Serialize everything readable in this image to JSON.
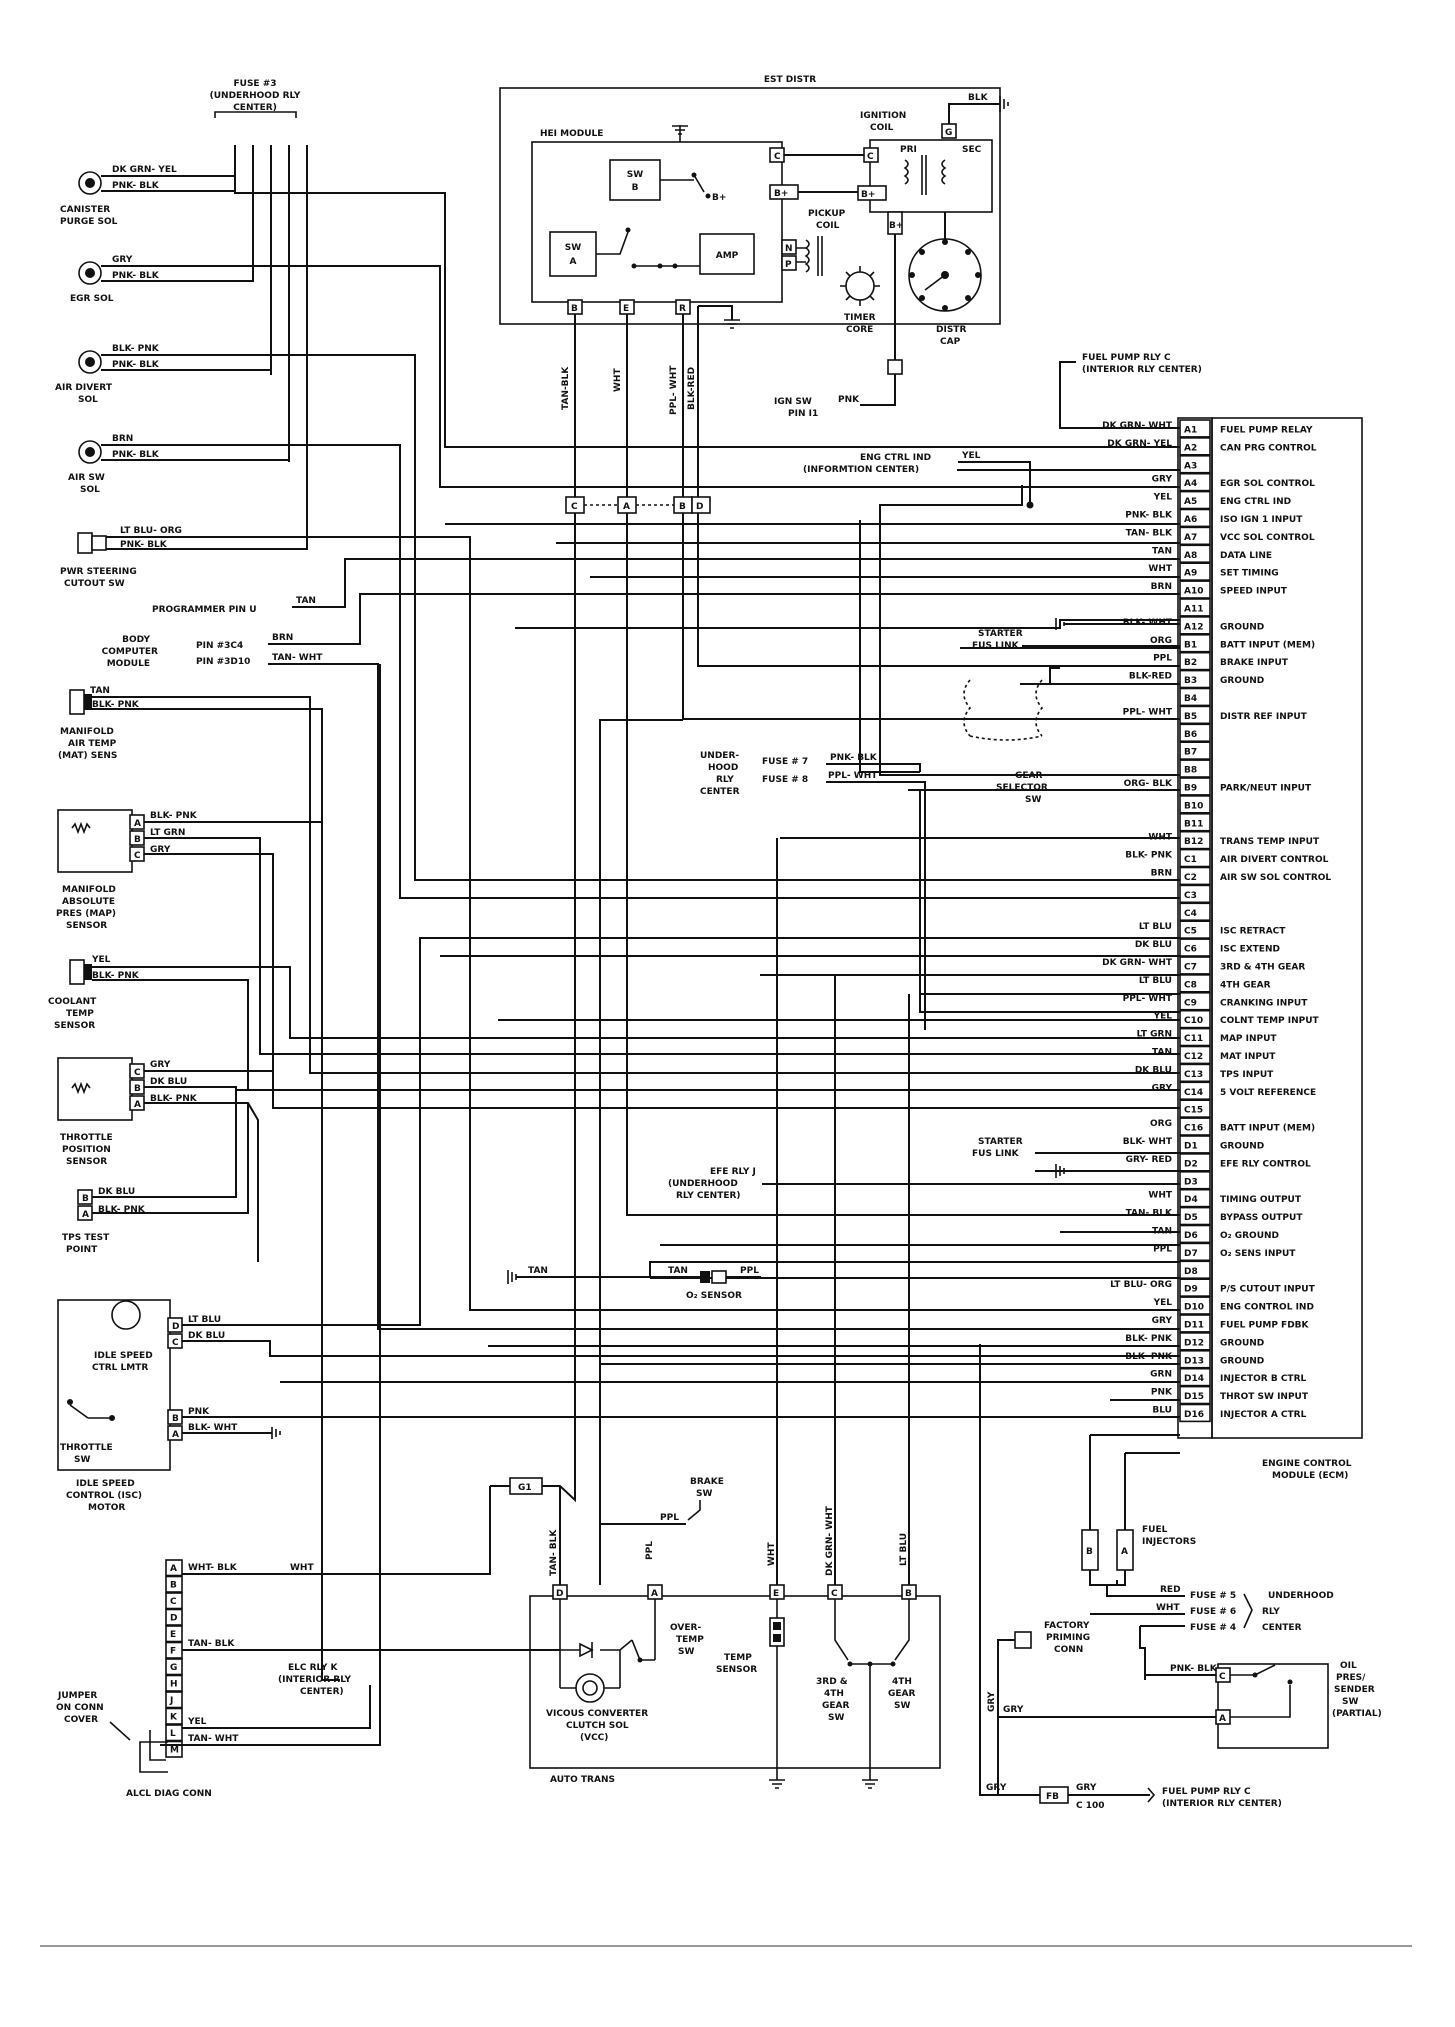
{
  "header": {
    "fuse3": [
      "FUSE #3",
      "(UNDERHOOD RLY",
      "CENTER)"
    ],
    "est_distr": "EST DISTR",
    "hei_module": "HEI MODULE",
    "ignition_coil": [
      "IGNITION",
      "COIL"
    ],
    "sw_b": [
      "SW",
      "B"
    ],
    "sw_a": [
      "SW",
      "A"
    ],
    "amp": "AMP",
    "pickup_coil": [
      "PICKUP",
      "COIL"
    ],
    "timer_core": [
      "TIMER",
      "CORE"
    ],
    "distr_cap": [
      "DISTR",
      "CAP"
    ],
    "pri": "PRI",
    "sec": "SEC",
    "blk": "BLK",
    "bplus": "B+",
    "pin_c": "C",
    "pin_g": "G",
    "pin_n": "N",
    "pin_p": "P",
    "pin_b": "B",
    "pin_e": "E",
    "pin_r": "R",
    "ign_sw": [
      "IGN SW",
      "PIN I1"
    ],
    "pnk": "PNK"
  },
  "left_components": {
    "canister": {
      "label": [
        "CANISTER",
        "PURGE SOL"
      ],
      "wires": [
        "DK GRN- YEL",
        "PNK- BLK"
      ]
    },
    "egr": {
      "label": [
        "EGR SOL"
      ],
      "wires": [
        "GRY",
        "PNK- BLK"
      ]
    },
    "air_divert": {
      "label": [
        "AIR DIVERT",
        "SOL"
      ],
      "wires": [
        "BLK- PNK",
        "PNK- BLK"
      ]
    },
    "air_sw": {
      "label": [
        "AIR SW",
        "SOL"
      ],
      "wires": [
        "BRN",
        "PNK- BLK"
      ]
    },
    "pwr_steering": {
      "label": [
        "PWR STEERING",
        "CUTOUT SW"
      ],
      "wires": [
        "LT BLU- ORG",
        "PNK- BLK"
      ]
    },
    "programmer": {
      "label": "PROGRAMMER PIN U",
      "wire": "TAN"
    },
    "bcm": {
      "label": [
        "BODY",
        "COMPUTER",
        "MODULE"
      ],
      "pins": [
        "PIN #3C4",
        "PIN #3D10"
      ],
      "wires": [
        "BRN",
        "TAN- WHT"
      ]
    },
    "mat": {
      "label": [
        "MANIFOLD",
        "AIR TEMP",
        "(MAT) SENS"
      ],
      "wires": [
        "TAN",
        "BLK- PNK"
      ]
    },
    "map": {
      "label": [
        "MANIFOLD",
        "ABSOLUTE",
        "PRES (MAP)",
        "SENSOR"
      ],
      "wires": [
        "BLK- PNK",
        "LT GRN",
        "GRY"
      ],
      "pins": [
        "A",
        "B",
        "C"
      ]
    },
    "coolant": {
      "label": [
        "COOLANT",
        "TEMP",
        "SENSOR"
      ],
      "wires": [
        "YEL",
        "BLK- PNK"
      ]
    },
    "tps": {
      "label": [
        "THROTTLE",
        "POSITION",
        "SENSOR"
      ],
      "wires": [
        "GRY",
        "DK BLU",
        "BLK- PNK"
      ],
      "pins": [
        "C",
        "B",
        "A"
      ]
    },
    "tps_test": {
      "label": [
        "TPS TEST",
        "POINT"
      ],
      "wires": [
        "DK BLU",
        "BLK- PNK"
      ],
      "pins": [
        "B",
        "A"
      ]
    },
    "isc_motor": {
      "label": [
        "IDLE SPEED",
        "CTRL LMTR"
      ],
      "wires": [
        "LT BLU",
        "DK BLU"
      ],
      "pins": [
        "D",
        "C"
      ]
    },
    "throttle_sw": {
      "label": [
        "THROTTLE",
        "SW"
      ],
      "wires": [
        "PNK",
        "BLK- WHT"
      ],
      "pins": [
        "B",
        "A"
      ]
    },
    "isc": {
      "label": [
        "IDLE SPEED",
        "CONTROL (ISC)",
        "MOTOR"
      ]
    }
  },
  "middle": {
    "wires_vertical": [
      "TAN-BLK",
      "WHT",
      "PPL- WHT",
      "BLK-RED"
    ],
    "connector": [
      "C",
      "A",
      "B",
      "D"
    ],
    "eng_ctrl_ind": [
      "ENG CTRL IND",
      "(INFORMTION CENTER)"
    ],
    "yel": "YEL",
    "underhood": [
      "UNDER-",
      "HOOD",
      "RLY",
      "CENTER"
    ],
    "fuse7": "FUSE # 7",
    "fuse8": "FUSE # 8",
    "fuse7_wire": "PNK- BLK",
    "fuse8_wire": "PPL- WHT",
    "efe_rly": [
      "EFE RLY J",
      "(UNDERHOOD",
      "RLY CENTER)"
    ],
    "o2_sensor": "O₂ SENSOR",
    "tan": "TAN",
    "ppl": "PPL",
    "starter1": [
      "STARTER",
      "FUS LINK"
    ],
    "starter2": [
      "STARTER",
      "FUS LINK"
    ],
    "gear_selector": [
      "GEAR",
      "SELECTOR",
      "SW"
    ],
    "fuel_pump_rly": [
      "FUEL PUMP RLY C",
      "(INTERIOR RLY CENTER)"
    ]
  },
  "ecm": {
    "label": [
      "ENGINE CONTROL",
      "MODULE (ECM)"
    ],
    "pins": [
      {
        "pin": "A1",
        "wire": "DK GRN- WHT",
        "func": "FUEL PUMP RELAY"
      },
      {
        "pin": "A2",
        "wire": "DK GRN- YEL",
        "func": "CAN PRG CONTROL"
      },
      {
        "pin": "A3",
        "wire": "",
        "func": ""
      },
      {
        "pin": "A4",
        "wire": "GRY",
        "func": "EGR SOL CONTROL"
      },
      {
        "pin": "A5",
        "wire": "YEL",
        "func": "ENG CTRL IND"
      },
      {
        "pin": "A6",
        "wire": "PNK- BLK",
        "func": "ISO IGN 1 INPUT"
      },
      {
        "pin": "A7",
        "wire": "TAN- BLK",
        "func": "VCC SOL CONTROL"
      },
      {
        "pin": "A8",
        "wire": "TAN",
        "func": "DATA LINE"
      },
      {
        "pin": "A9",
        "wire": "WHT",
        "func": "SET TIMING"
      },
      {
        "pin": "A10",
        "wire": "BRN",
        "func": "SPEED INPUT"
      },
      {
        "pin": "A11",
        "wire": "",
        "func": ""
      },
      {
        "pin": "A12",
        "wire": "BLK- WHT",
        "func": "GROUND"
      },
      {
        "pin": "B1",
        "wire": "ORG",
        "func": "BATT INPUT (MEM)"
      },
      {
        "pin": "B2",
        "wire": "PPL",
        "func": "BRAKE INPUT"
      },
      {
        "pin": "B3",
        "wire": "BLK-RED",
        "func": "GROUND"
      },
      {
        "pin": "B4",
        "wire": "",
        "func": ""
      },
      {
        "pin": "B5",
        "wire": "PPL- WHT",
        "func": "DISTR REF INPUT"
      },
      {
        "pin": "B6",
        "wire": "",
        "func": ""
      },
      {
        "pin": "B7",
        "wire": "",
        "func": ""
      },
      {
        "pin": "B8",
        "wire": "",
        "func": ""
      },
      {
        "pin": "B9",
        "wire": "ORG- BLK",
        "func": "PARK/NEUT INPUT"
      },
      {
        "pin": "B10",
        "wire": "",
        "func": ""
      },
      {
        "pin": "B11",
        "wire": "",
        "func": ""
      },
      {
        "pin": "B12",
        "wire": "WHT",
        "func": "TRANS TEMP INPUT"
      },
      {
        "pin": "C1",
        "wire": "BLK- PNK",
        "func": "AIR DIVERT CONTROL"
      },
      {
        "pin": "C2",
        "wire": "BRN",
        "func": "AIR SW SOL CONTROL"
      },
      {
        "pin": "C3",
        "wire": "",
        "func": ""
      },
      {
        "pin": "C4",
        "wire": "",
        "func": ""
      },
      {
        "pin": "C5",
        "wire": "LT BLU",
        "func": "ISC RETRACT"
      },
      {
        "pin": "C6",
        "wire": "DK BLU",
        "func": "ISC EXTEND"
      },
      {
        "pin": "C7",
        "wire": "DK GRN- WHT",
        "func": "3RD & 4TH GEAR"
      },
      {
        "pin": "C8",
        "wire": "LT BLU",
        "func": "4TH GEAR"
      },
      {
        "pin": "C9",
        "wire": "PPL- WHT",
        "func": "CRANKING INPUT"
      },
      {
        "pin": "C10",
        "wire": "YEL",
        "func": "COLNT TEMP INPUT"
      },
      {
        "pin": "C11",
        "wire": "LT GRN",
        "func": "MAP INPUT"
      },
      {
        "pin": "C12",
        "wire": "TAN",
        "func": "MAT INPUT"
      },
      {
        "pin": "C13",
        "wire": "DK BLU",
        "func": "TPS INPUT"
      },
      {
        "pin": "C14",
        "wire": "GRY",
        "func": "5 VOLT REFERENCE"
      },
      {
        "pin": "C15",
        "wire": "",
        "func": ""
      },
      {
        "pin": "C16",
        "wire": "ORG",
        "func": "BATT INPUT (MEM)"
      },
      {
        "pin": "D1",
        "wire": "BLK- WHT",
        "func": "GROUND"
      },
      {
        "pin": "D2",
        "wire": "GRY- RED",
        "func": "EFE RLY CONTROL"
      },
      {
        "pin": "D3",
        "wire": "",
        "func": ""
      },
      {
        "pin": "D4",
        "wire": "WHT",
        "func": "TIMING OUTPUT"
      },
      {
        "pin": "D5",
        "wire": "TAN- BLK",
        "func": "BYPASS OUTPUT"
      },
      {
        "pin": "D6",
        "wire": "TAN",
        "func": "O₂ GROUND"
      },
      {
        "pin": "D7",
        "wire": "PPL",
        "func": "O₂ SENS INPUT"
      },
      {
        "pin": "D8",
        "wire": "",
        "func": ""
      },
      {
        "pin": "D9",
        "wire": "LT BLU- ORG",
        "func": "P/S CUTOUT INPUT"
      },
      {
        "pin": "D10",
        "wire": "YEL",
        "func": "ENG CONTROL IND"
      },
      {
        "pin": "D11",
        "wire": "GRY",
        "func": "FUEL PUMP FDBK"
      },
      {
        "pin": "D12",
        "wire": "BLK- PNK",
        "func": "GROUND"
      },
      {
        "pin": "D13",
        "wire": "BLK- PNK",
        "func": "GROUND"
      },
      {
        "pin": "D14",
        "wire": "GRN",
        "func": "INJECTOR B CTRL"
      },
      {
        "pin": "D15",
        "wire": "PNK",
        "func": "THROT SW INPUT"
      },
      {
        "pin": "D16",
        "wire": "BLU",
        "func": "INJECTOR A CTRL"
      }
    ]
  },
  "bottom": {
    "g1": "G1",
    "brake_sw": [
      "BRAKE",
      "SW"
    ],
    "ppl": "PPL",
    "trans_wires": [
      "TAN- BLK",
      "PPL",
      "WHT",
      "DK GRN- WHT",
      "LT BLU"
    ],
    "trans_pins": [
      "D",
      "A",
      "E",
      "C",
      "B"
    ],
    "overtemp": [
      "OVER-",
      "TEMP",
      "SW"
    ],
    "temp_sensor": [
      "TEMP",
      "SENSOR"
    ],
    "gear34": [
      "3RD &",
      "4TH",
      "GEAR",
      "SW"
    ],
    "gear4": [
      "4TH",
      "GEAR",
      "SW"
    ],
    "vcc": [
      "VICOUS CONVERTER",
      "CLUTCH SOL",
      "(VCC)"
    ],
    "auto_trans": "AUTO TRANS",
    "alcl_pins": [
      "A",
      "B",
      "C",
      "D",
      "E",
      "F",
      "G",
      "H",
      "J",
      "K",
      "L",
      "M"
    ],
    "alcl": "ALCL DIAG CONN",
    "alcl_wires": {
      "a": "WHT- BLK",
      "a2": "WHT",
      "f": "TAN- BLK",
      "k": "YEL",
      "l": "TAN- WHT"
    },
    "elc_rly": [
      "ELC RLY K",
      "(INTERIOR RLY",
      "CENTER)"
    ],
    "jumper": [
      "JUMPER",
      "ON CONN",
      "COVER"
    ],
    "fuel_injectors": [
      "FUEL",
      "INJECTORS"
    ],
    "inj_pins": [
      "B",
      "A"
    ],
    "red": "RED",
    "wht": "WHT",
    "fuse5": "FUSE # 5",
    "fuse6": "FUSE # 6",
    "fuse4": "FUSE # 4",
    "underhood_rly": [
      "UNDERHOOD",
      "RLY",
      "CENTER"
    ],
    "factory_priming": [
      "FACTORY",
      "PRIMING",
      "CONN"
    ],
    "oil_pres": [
      "OIL",
      "PRES/",
      "SENDER",
      "SW",
      "(PARTIAL)"
    ],
    "pnk_blk": "PNK- BLK",
    "gry": "GRY",
    "fb": "FB",
    "c100": "C 100",
    "fuel_pump_rly2": [
      "FUEL PUMP RLY C",
      "(INTERIOR RLY CENTER)"
    ],
    "oil_pins": [
      "C",
      "A"
    ]
  }
}
